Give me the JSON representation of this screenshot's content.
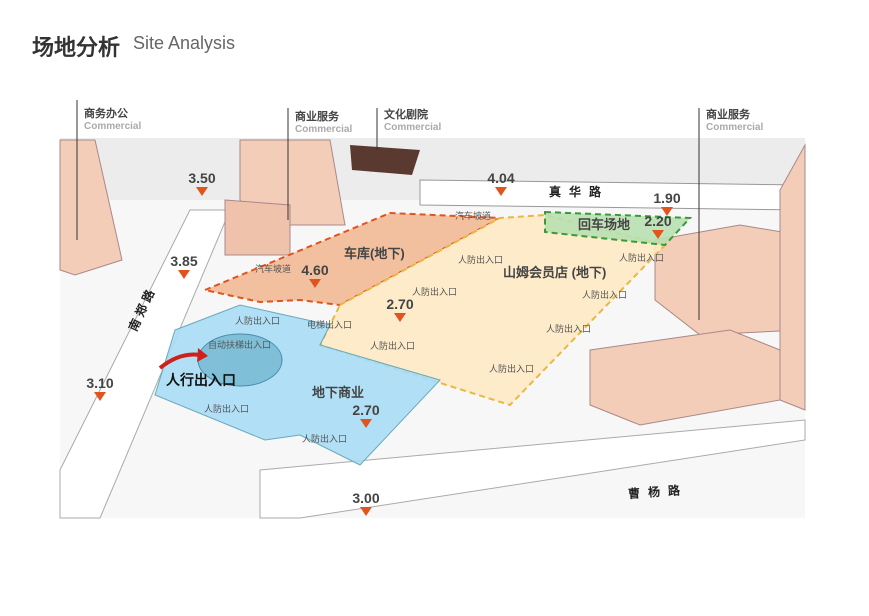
{
  "header": {
    "title_cn": "场地分析",
    "title_en": "Site Analysis"
  },
  "callouts": [
    {
      "cn": "商务办公",
      "en": "Commercial"
    },
    {
      "cn": "商业服务",
      "en": "Commercial"
    },
    {
      "cn": "文化剧院",
      "en": "Commercial"
    },
    {
      "cn": "商业服务",
      "en": "Commercial"
    }
  ],
  "elevations": [
    "3.50",
    "3.85",
    "3.10",
    "4.60",
    "2.70",
    "2.70",
    "3.00",
    "4.04",
    "1.90",
    "2.20"
  ],
  "zones": {
    "garage": "车库(地下)",
    "sams": "山姆会员店 (地下)",
    "underground": "地下商业",
    "dropoff": "回车场地"
  },
  "roads": {
    "zhenhua": "真华路",
    "caoyang": "曹杨路",
    "nanzheng": "南郑路"
  },
  "labels": {
    "ramp": "汽车坡道",
    "civil_exit": "人防出入口",
    "elevator_exit": "电梯出入口",
    "escalator_exit": "自动扶梯出入口",
    "pedestrian": "人行出入口"
  },
  "colors": {
    "garage": "#f2b995",
    "sams": "#fde9c4",
    "underground": "#a9dcf4",
    "dropoff": "#b8e0b0",
    "building": "#f3cdb8",
    "marker": "#e0541e"
  }
}
